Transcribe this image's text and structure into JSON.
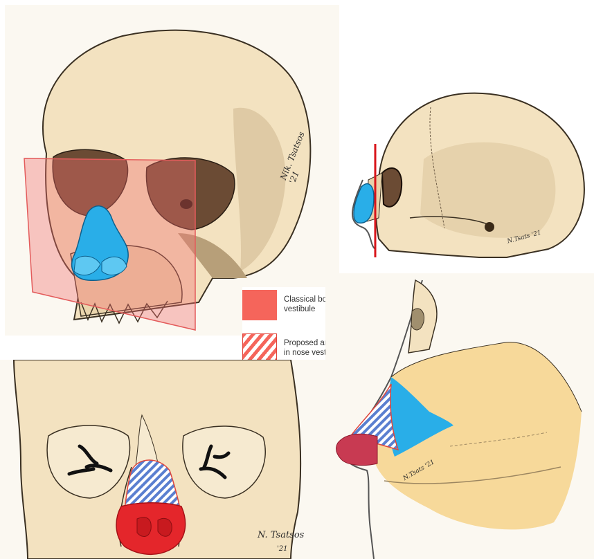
{
  "legend": {
    "items": [
      {
        "label": "Classical boundaries of nose vestibule",
        "swatch": "solid",
        "color": "#f5655b"
      },
      {
        "label": "Proposed area to be included in nose vestibule",
        "swatch": "hatched",
        "color": "#f5655b"
      }
    ]
  },
  "signatures": {
    "top_left": "Nik. Tsatsos '21",
    "top_right": "N.Tsats '21",
    "bottom_left": "N. Tsatsos",
    "bottom_left_year": "'21",
    "bottom_right": "N.Tsats '21"
  },
  "colors": {
    "bone": "#f3e2c0",
    "bone_shadow": "#c9b48d",
    "cartilage_blue": "#29aee8",
    "plane_red": "#f26f6f",
    "cut_line_red": "#d8141a",
    "soft_tissue": "#f7d99a"
  }
}
